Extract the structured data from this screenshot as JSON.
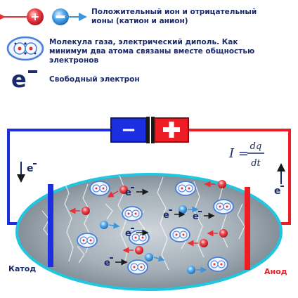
{
  "legend": {
    "ions_line1": "Положительный ион и отрицательный",
    "ions_line2": "ионы (катион и анион)",
    "molecule_line1": "Молекула газа, электрический диполь. Как",
    "molecule_line2": "минимум два атома связаны вместе общностью",
    "molecule_line3": "электронов",
    "electron_symbol": "e",
    "electron_label": "Свободный электрон"
  },
  "battery": {
    "minus_sign": "−",
    "plus_sign": "+"
  },
  "labels": {
    "cathode": "Катод",
    "anode": "Анод",
    "wire_electron": "e"
  },
  "formula": {
    "lhs": "I =",
    "numerator": "dq",
    "denominator": "dt"
  },
  "particles": {
    "electron_glyph": "e"
  },
  "colors": {
    "text_dark": "#1a2a6b",
    "cathode_blue": "#1b2fe0",
    "anode_red": "#ee1c25",
    "tube_border": "#1fc6e0",
    "positive_ion": "#e8303a",
    "negative_ion": "#3e95d8",
    "molecule": "#4a7fd6"
  }
}
